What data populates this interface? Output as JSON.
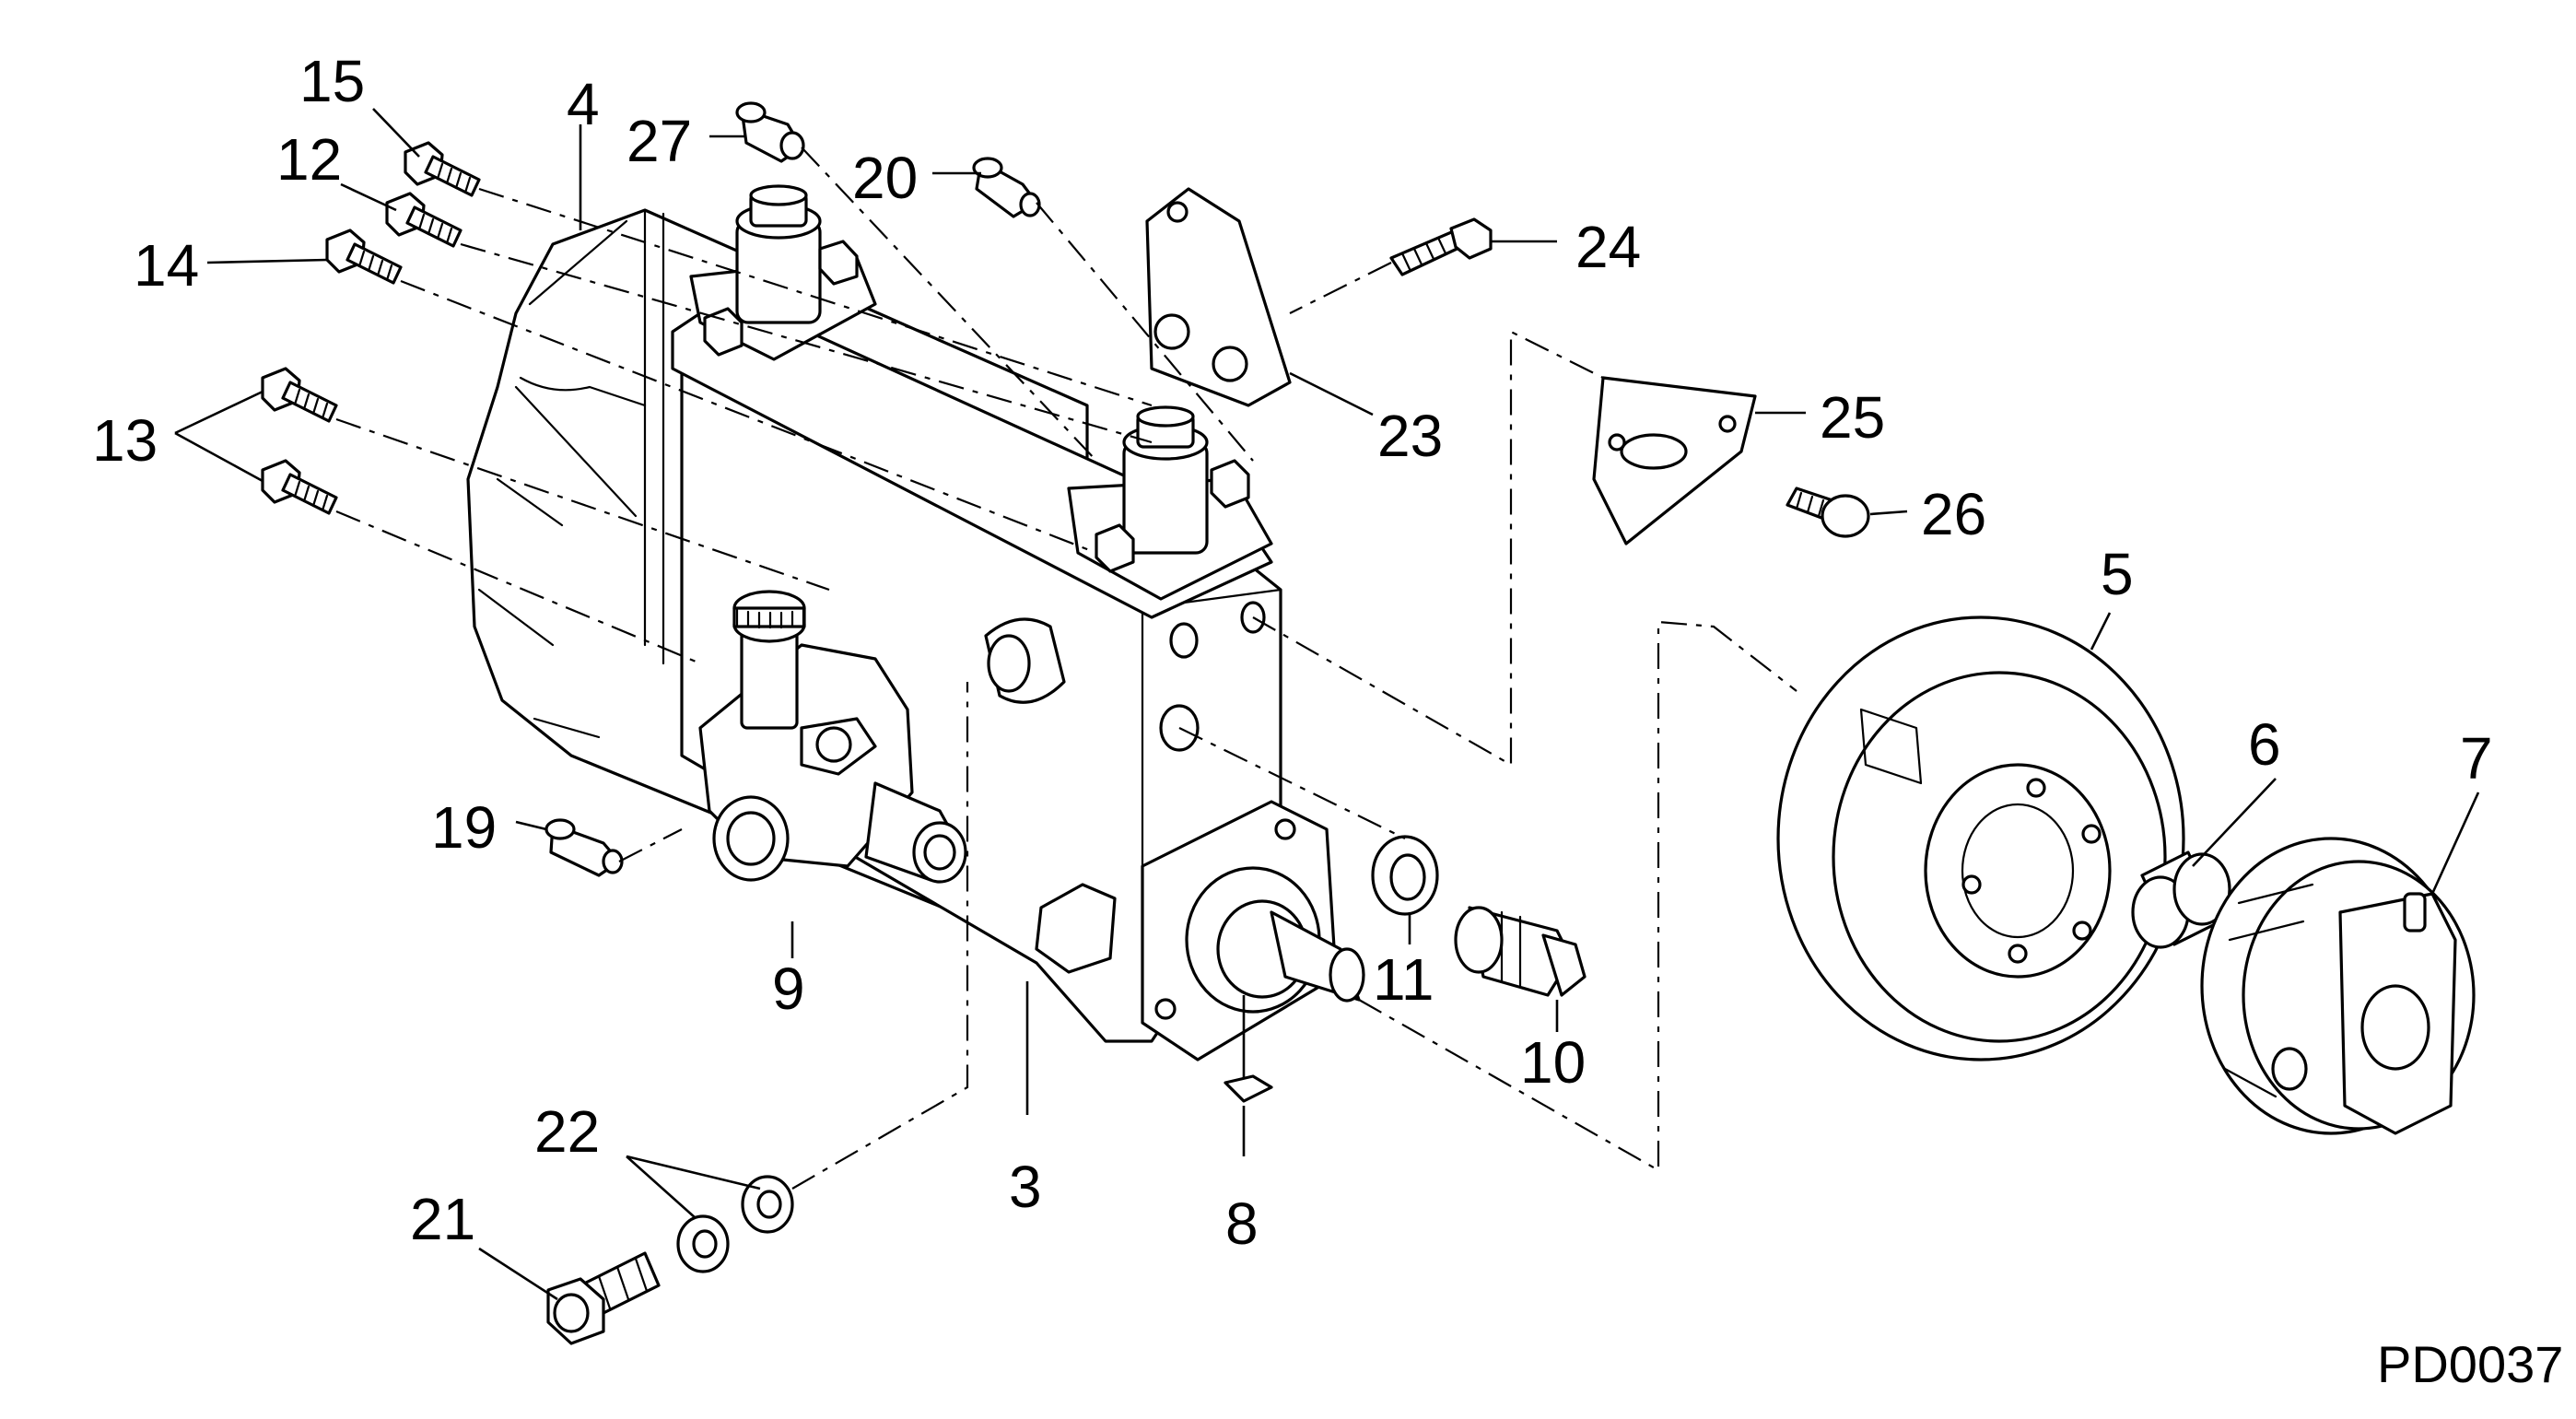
{
  "diagram": {
    "code": "PD0037",
    "callouts": [
      "15",
      "12",
      "14",
      "13",
      "4",
      "27",
      "20",
      "24",
      "23",
      "25",
      "26",
      "5",
      "6",
      "7",
      "19",
      "9",
      "11",
      "10",
      "3",
      "8",
      "22",
      "21"
    ]
  }
}
